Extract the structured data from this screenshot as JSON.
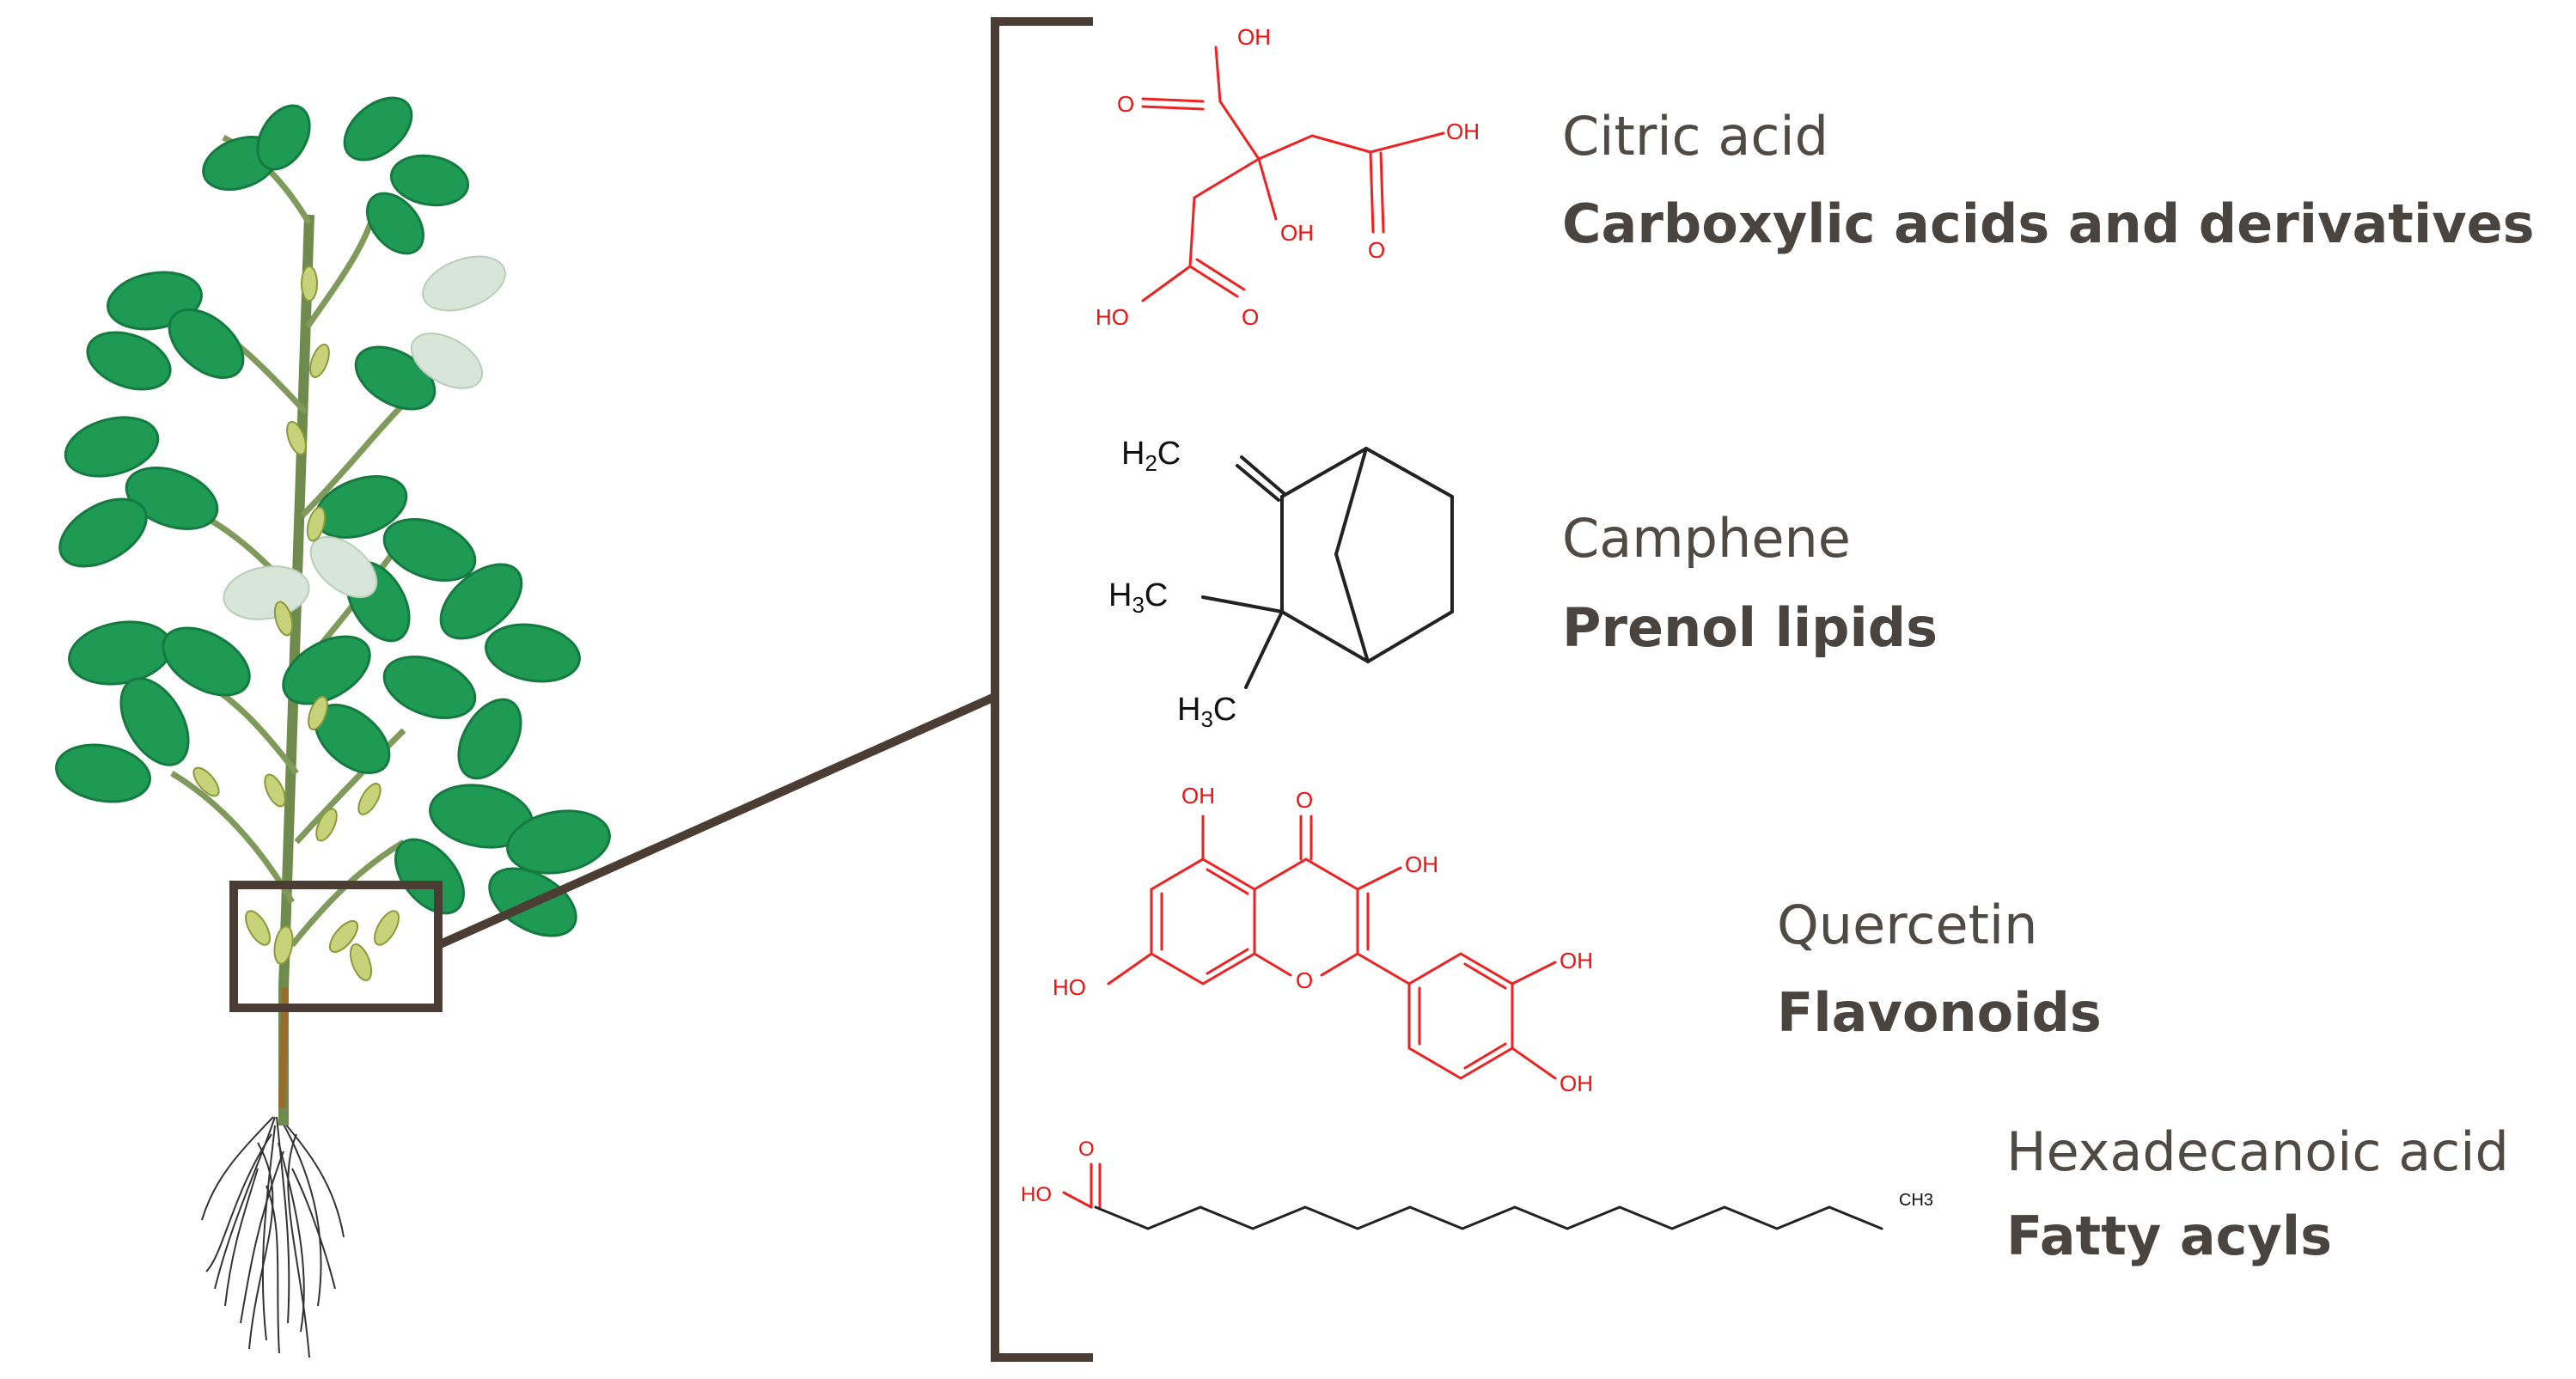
{
  "compounds": [
    {
      "name": "Citric acid",
      "class": "Carboxylic acids and derivatives"
    },
    {
      "name": "Camphene",
      "class": "Prenol lipids"
    },
    {
      "name": "Quercetin",
      "class": "Flavonoids"
    },
    {
      "name": "Hexadecanoic acid",
      "class": "Fatty acyls"
    }
  ],
  "atom_labels": {
    "oh": "OH",
    "ho": "HO",
    "o": "O",
    "h2c": "H2C",
    "h3c": "H3C",
    "ch3": "CH3"
  },
  "colors": {
    "leaf": "#1e9a55",
    "leaf_dark": "#157a40",
    "stem": "#7f9a5a",
    "pod": "#c7d37a",
    "frame": "#4b3d33",
    "heteroatom": "#ee1111",
    "bond": "#222222"
  },
  "icons": [
    "soybean-plant-illustration",
    "root-system-illustration"
  ]
}
